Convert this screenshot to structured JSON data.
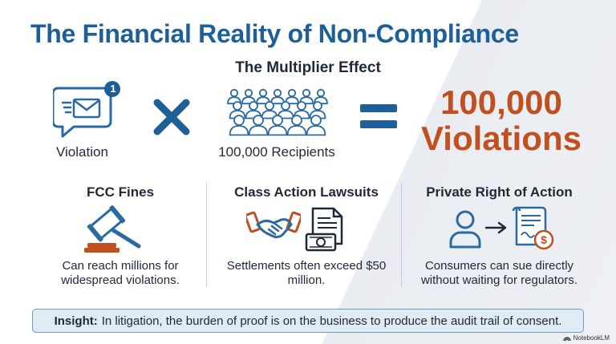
{
  "title": "The Financial Reality of Non-Compliance",
  "subtitle": "The Multiplier Effect",
  "equation": {
    "violation_label": "Violation",
    "badge_count": "1",
    "recipients_label": "100,000 Recipients",
    "result_line1": "100,000",
    "result_line2": "Violations"
  },
  "columns": [
    {
      "title": "FCC Fines",
      "description": "Can reach millions for widespread violations."
    },
    {
      "title": "Class Action Lawsuits",
      "description": "Settlements often exceed $50 million."
    },
    {
      "title": "Private Right of Action",
      "description": "Consumers can sue directly without waiting for regulators."
    }
  ],
  "insight": {
    "label": "Insight:",
    "text": "In litigation, the burden of proof is on the business to produce the audit trail of consent."
  },
  "brand": "NotebookLM",
  "colors": {
    "title_blue": "#1f5f97",
    "accent_orange": "#c0501f",
    "insight_bg": "#e1ebf4"
  }
}
